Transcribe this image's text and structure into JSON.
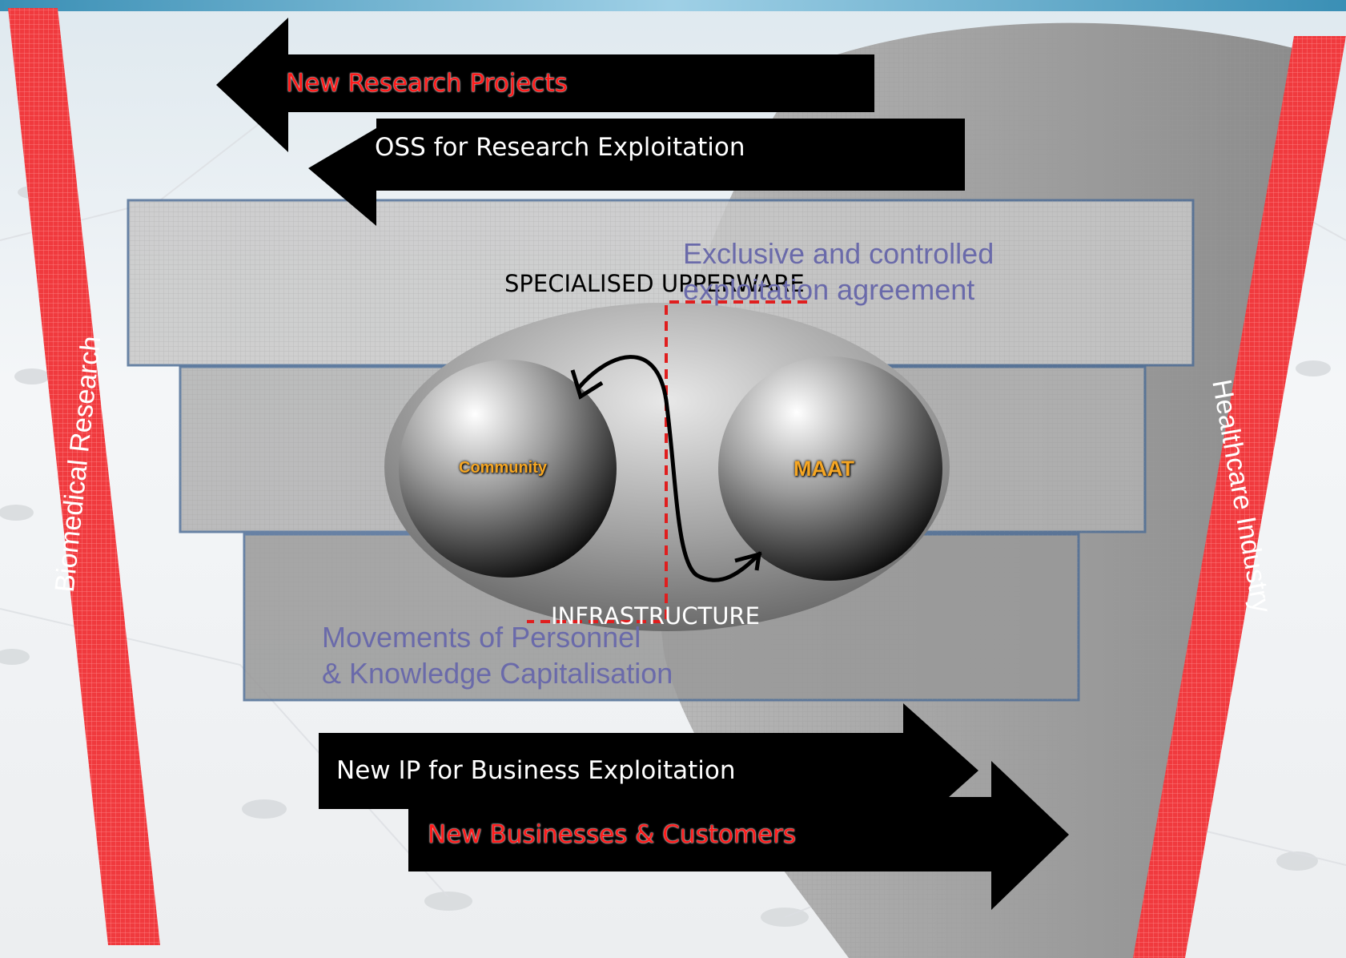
{
  "arrows": {
    "top_outer": "New Research Projects",
    "top_inner": "OSS for Research Exploitation",
    "bottom_inner": "New IP for Business Exploitation",
    "bottom_outer": "New Businesses & Customers"
  },
  "layers": {
    "upper": "SPECIALISED UPPERWARE",
    "lower": "INFRASTRUCTURE"
  },
  "annotations": {
    "exclusive_line1": "Exclusive and controlled",
    "exclusive_line2": "exploitation agreement",
    "movements_line1": "Movements of Personnel",
    "movements_line2": "& Knowledge Capitalisation"
  },
  "orbs": {
    "left": "Community",
    "right": "MAAT"
  },
  "sides": {
    "left": "Biomedical Research",
    "right": "Healthcare Industry"
  },
  "colors": {
    "side_bar": "#f03a3e",
    "arrow": "#000000",
    "accent_text": "#ff1a1a",
    "annotation_text": "#6a6aaa",
    "orb_label": "#f5a623"
  }
}
